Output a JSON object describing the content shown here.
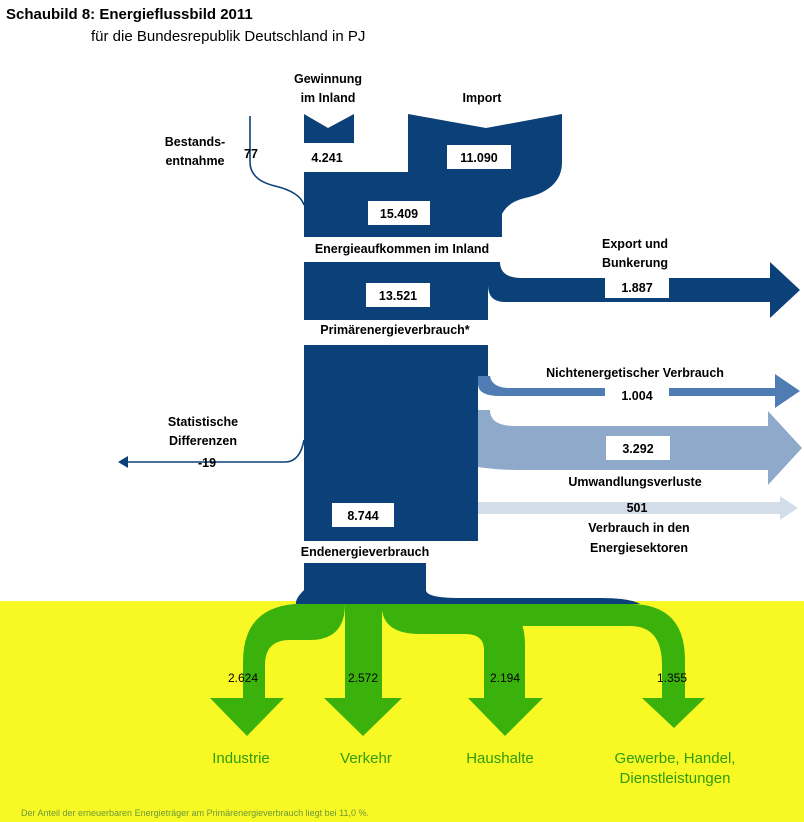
{
  "title": "Schaubild 8: Energieflussbild 2011",
  "subtitle": "für die Bundesrepublik Deutschland in PJ",
  "labels": {
    "gewinnung_line1": "Gewinnung",
    "gewinnung_line2": "im Inland",
    "import": "Import",
    "bestand_line1": "Bestands-",
    "bestand_line2": "entnahme",
    "energieaufkommen": "Energieaufkommen im Inland",
    "export_line1": "Export und",
    "export_line2": "Bunkerung",
    "primaer": "Primärenergieverbrauch*",
    "nichtenerg": "Nichtenergetischer Verbrauch",
    "statdiff_line1": "Statistische",
    "statdiff_line2": "Differenzen",
    "umwandlung": "Umwandlungsverluste",
    "eigen_line1": "Verbrauch in den",
    "eigen_line2": "Energiesektoren",
    "endenergie": "Endenergieverbrauch"
  },
  "values": {
    "bestand": "77",
    "gewinnung": "4.241",
    "import": "11.090",
    "aufkommen": "15.409",
    "primaer": "13.521",
    "export": "1.887",
    "nichtenerg": "1.004",
    "statdiff": "-19",
    "umwandlung": "3.292",
    "eigen": "501",
    "endenergie": "8.744"
  },
  "sectors": [
    {
      "name_line1": "Industrie",
      "name_line2": "",
      "value": "2.624"
    },
    {
      "name_line1": "Verkehr",
      "name_line2": "",
      "value": "2.572"
    },
    {
      "name_line1": "Haushalte",
      "name_line2": "",
      "value": "2.194"
    },
    {
      "name_line1": "Gewerbe, Handel,",
      "name_line2": "Dienstleistungen",
      "value": "1.355"
    }
  ],
  "footnote": "Der Anteil der erneuerbaren Energieträger am Primärenergieverbrauch liegt bei 11,0 %.",
  "colors": {
    "navy": "#0b4178",
    "medium_blue": "#4f7db3",
    "light_blue": "#8fa9cb",
    "pale_blue": "#d3ddea",
    "green": "#3bb10c",
    "yellow": "#f8f825",
    "sector_text": "#2f9d0a"
  }
}
